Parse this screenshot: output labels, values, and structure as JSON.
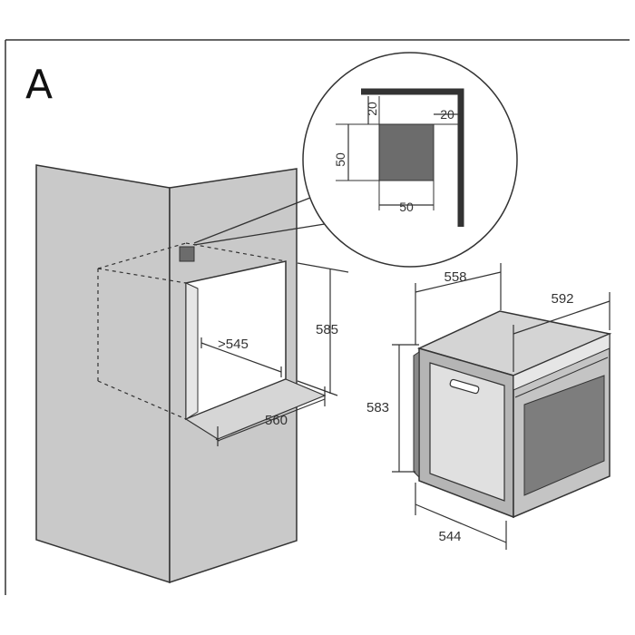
{
  "panel_label": "A",
  "colors": {
    "cabinet_fill": "#c9c9c9",
    "oven_front": "#b5b5b5",
    "oven_top": "#d4d4d4",
    "door_glass": "#7d7d7d",
    "vent_block": "#6c6c6c",
    "line": "#333333",
    "background": "#ffffff"
  },
  "detail_view": {
    "vent_height": "50",
    "vent_width": "50",
    "top_clearance": "20",
    "side_clearance": "20"
  },
  "cabinet_niche": {
    "height": "585",
    "width": "560",
    "min_depth": ">545"
  },
  "oven": {
    "depth": "558",
    "width": "592",
    "height": "583",
    "body_width": "544"
  }
}
